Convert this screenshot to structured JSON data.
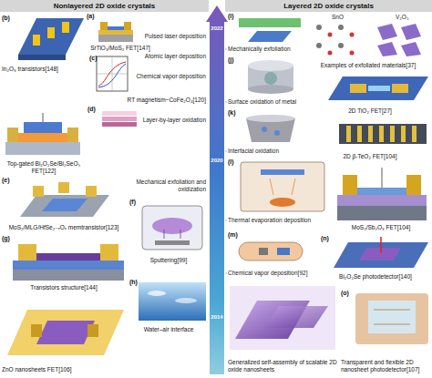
{
  "diagram": {
    "nodes": [
      {
        "text": [
          "Nonlayered 2D oxide crystals"
        ]
      },
      {
        "text": [
          "Layered 2D oxide crystals"
        ]
      },
      {
        "text": [
          "(a)",
          "SrTiO₃/MoS₂ FET[147]"
        ]
      },
      {
        "text": [
          "(b)",
          "In₂O₃ transistors[148]"
        ]
      },
      {
        "text": [
          "(c)",
          "RT magnetism~CoFe₂O₄[120]"
        ]
      },
      {
        "text": [
          "(d)"
        ]
      },
      {
        "text": [
          "Top-gated Bi₂O₂Se/Bi₂SeO₅ FET[122]"
        ]
      },
      {
        "text": [
          "(e)",
          "MoS₂/MLG/HfSe₂₋ₓOₓ memtransistor[123]"
        ]
      },
      {
        "text": [
          "(f)",
          "Sputtering[99]"
        ]
      },
      {
        "text": [
          "(g)",
          "Transistors structure[144]"
        ]
      },
      {
        "text": [
          "(h)",
          "Water–air interface"
        ]
      },
      {
        "text": [
          "ZnO nanosheets FET[106]"
        ]
      },
      {
        "text": [
          "(i)"
        ]
      },
      {
        "text": [
          "Examples of exfoliated materials[37]"
        ]
      },
      {
        "text": [
          "(j)"
        ]
      },
      {
        "text": [
          "2D TiO₂ FET[27]"
        ]
      },
      {
        "text": [
          "(k)"
        ]
      },
      {
        "text": [
          "2D β-TeO₂ FET[104]"
        ]
      },
      {
        "text": [
          "(l)"
        ]
      },
      {
        "text": [
          "MoS₂/Sb₂O₃ FET[104]"
        ]
      },
      {
        "text": [
          "(m)"
        ]
      },
      {
        "text": [
          "(n)",
          "Bi₂O₂Se photodetector[140]"
        ]
      },
      {
        "text": [
          "Generalized self-assembly of scalable 2D oxide nanosheets"
        ]
      },
      {
        "text": [
          "(o)",
          "Transparent and flexible 2D nanosheet photodetector[107]"
        ]
      }
    ],
    "labels": [
      "2022",
      "2020",
      "2014",
      "Pulsed laser deposition",
      "Atomic layer deposition",
      "Chemical vapor deposition",
      "Layer-by-layer oxidation",
      "Mechanical exfoliation and oxidization",
      "Mechanically exfoliation",
      "Surface oxidation of metal",
      "Interfacial oxidation",
      "Thermal evaporation deposition",
      "Chemical vapor deposition[92]",
      "SnO",
      "V₂O₅"
    ]
  }
}
